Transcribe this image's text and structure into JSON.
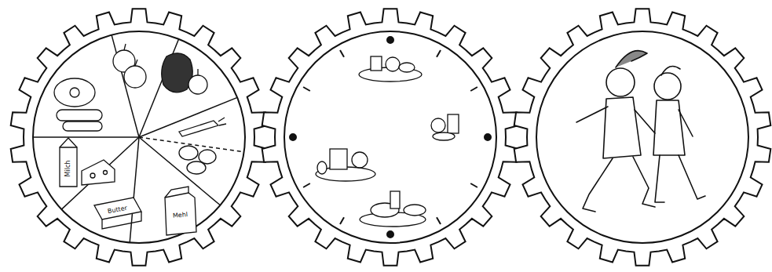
{
  "diagram": {
    "labels": [
      "Milch",
      "Butter",
      "Mehl"
    ]
  }
}
